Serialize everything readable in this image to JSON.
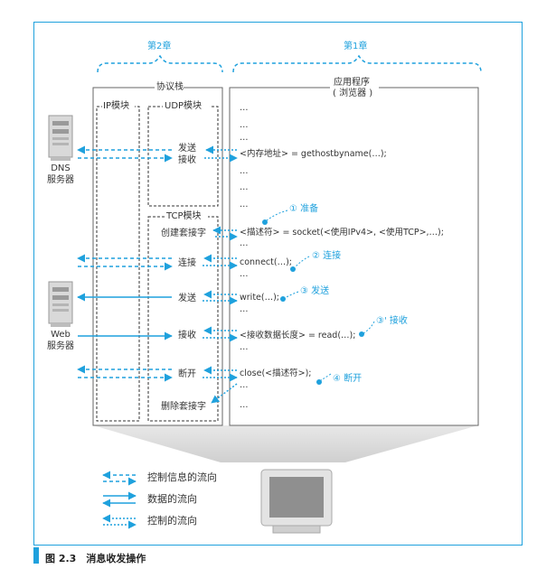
{
  "chapters": {
    "ch2": "第2章",
    "ch1": "第1章"
  },
  "protocol_stack": {
    "title": "协议栈",
    "ip": "IP模块",
    "udp": "UDP模块",
    "tcp": "TCP模块"
  },
  "application": {
    "title": "应用程序",
    "subtitle": "( 浏览器 )"
  },
  "servers": {
    "dns": {
      "line1": "DNS",
      "line2": "服务器"
    },
    "web": {
      "line1": "Web",
      "line2": "服务器"
    }
  },
  "ops": {
    "send": "发送",
    "receive": "接收",
    "create": "创建套接字",
    "connect": "连接",
    "send2": "发送",
    "receive2": "接收",
    "close": "断开",
    "delete": "删除套接字"
  },
  "code": {
    "ellipsis": "…",
    "gethost": "<内存地址> = gethostbyname(…);",
    "socket": "<描述符> = socket(<使用IPv4>, <使用TCP>,…);",
    "connect": "connect(…);",
    "write": "write(…);",
    "read": "<接收数据长度> = read(…);",
    "close": "close(<描述符>);"
  },
  "steps": {
    "s1": "① 准备",
    "s2": "② 连接",
    "s3": "③ 发送",
    "s3p": "③' 接收",
    "s4": "④ 断开"
  },
  "legend": {
    "control_info": "控制信息的流向",
    "data": "数据的流向",
    "control": "控制的流向"
  },
  "caption": "图 2.3　消息收发操作",
  "colors": {
    "accent": "#1fa1dd",
    "line": "#555555",
    "funnel": "#dcdcdc"
  }
}
